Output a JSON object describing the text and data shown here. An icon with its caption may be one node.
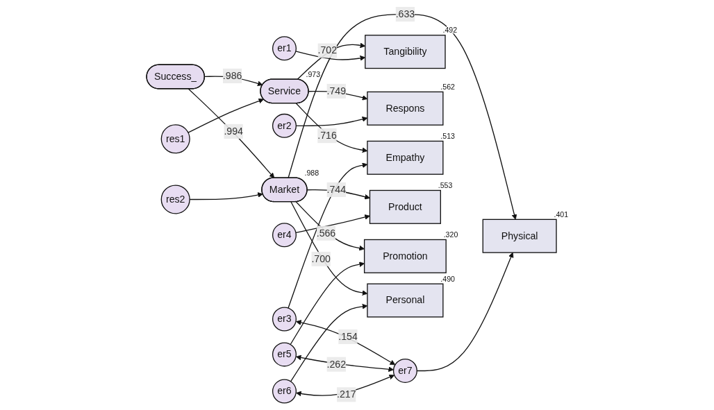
{
  "diagram": {
    "nodes": [
      {
        "text": [
          "res1"
        ]
      },
      {
        "text": [
          "Service"
        ],
        "beside": [
          ".973"
        ]
      },
      {
        "text": [
          "Tangibility"
        ],
        "beside": [
          ".492"
        ]
      },
      {
        "text": [
          "er1"
        ]
      },
      {
        "text": [
          "Respons"
        ],
        "beside": [
          ".562"
        ]
      },
      {
        "text": [
          "er2"
        ]
      },
      {
        "text": [
          "Empathy"
        ],
        "beside": [
          ".513"
        ]
      },
      {
        "text": [
          "er3"
        ]
      },
      {
        "text": [
          "Success_"
        ]
      },
      {
        "text": [
          "res2"
        ]
      },
      {
        "text": [
          "Market"
        ],
        "beside": [
          ".988"
        ]
      },
      {
        "text": [
          "Product"
        ],
        "beside": [
          ".553"
        ]
      },
      {
        "text": [
          "er4"
        ]
      },
      {
        "text": [
          "Promotion"
        ],
        "beside": [
          ".320"
        ]
      },
      {
        "text": [
          "er5"
        ]
      },
      {
        "text": [
          "Personal"
        ],
        "beside": [
          ".490"
        ]
      },
      {
        "text": [
          "er6"
        ]
      },
      {
        "text": [
          "Physical"
        ],
        "beside": [
          ".401"
        ]
      },
      {
        "text": [
          "er7"
        ]
      }
    ],
    "edges": [
      {
        "from": 8,
        "to": 1,
        "arrow": "to",
        "label": ".986"
      },
      {
        "from": 8,
        "to": 10,
        "arrow": "to",
        "label": ".994"
      },
      {
        "from": 0,
        "to": 1,
        "arrow": "to"
      },
      {
        "from": 9,
        "to": 10,
        "arrow": "to"
      },
      {
        "from": 1,
        "to": 2,
        "arrow": "to",
        "label": ".702"
      },
      {
        "from": 1,
        "to": 4,
        "arrow": "to",
        "label": ".749"
      },
      {
        "from": 1,
        "to": 6,
        "arrow": "to",
        "label": ".716"
      },
      {
        "from": 10,
        "to": 11,
        "arrow": "to",
        "label": ".744"
      },
      {
        "from": 10,
        "to": 13,
        "arrow": "to",
        "label": ".566"
      },
      {
        "from": 10,
        "to": 15,
        "arrow": "to",
        "label": ".700"
      },
      {
        "from": 10,
        "to": 17,
        "arrow": "to",
        "label": ".633"
      },
      {
        "from": 3,
        "to": 2,
        "arrow": "to"
      },
      {
        "from": 5,
        "to": 4,
        "arrow": "to"
      },
      {
        "from": 7,
        "to": 6,
        "arrow": "to"
      },
      {
        "from": 12,
        "to": 11,
        "arrow": "to"
      },
      {
        "from": 14,
        "to": 13,
        "arrow": "to"
      },
      {
        "from": 16,
        "to": 15,
        "arrow": "to"
      },
      {
        "from": 18,
        "to": 17,
        "arrow": "to"
      },
      {
        "from": 7,
        "to": 18,
        "arrow": "both",
        "label": ".154"
      },
      {
        "from": 14,
        "to": 18,
        "arrow": "both",
        "label": ".262"
      },
      {
        "from": 16,
        "to": 18,
        "arrow": "both",
        "label": ".217"
      }
    ]
  }
}
